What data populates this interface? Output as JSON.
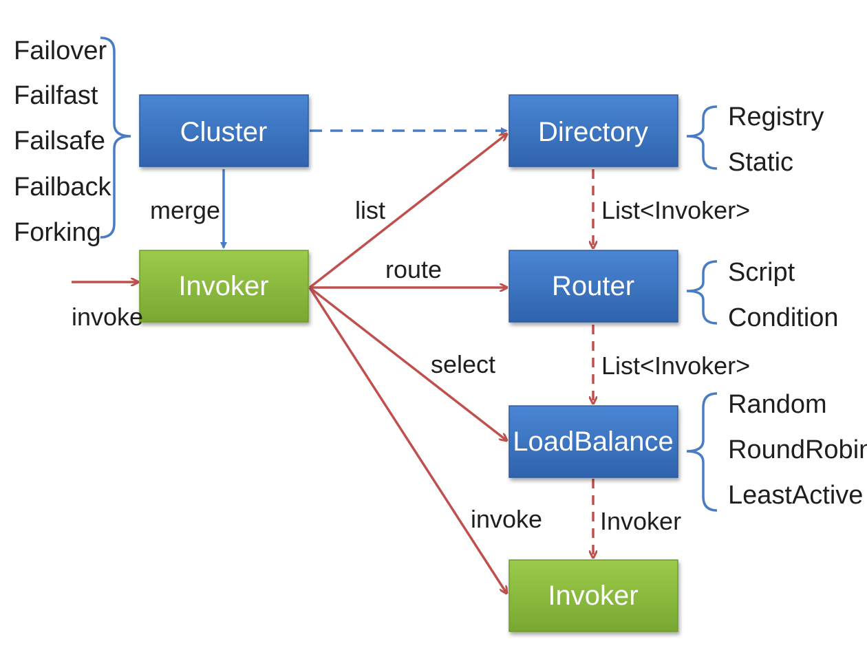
{
  "nodes": {
    "cluster": "Cluster",
    "directory": "Directory",
    "invoker_main": "Invoker",
    "router": "Router",
    "loadbalance": "LoadBalance",
    "invoker_target": "Invoker"
  },
  "cluster_strategies": [
    "Failover",
    "Failfast",
    "Failsafe",
    "Failback",
    "Forking"
  ],
  "directory_types": [
    "Registry",
    "Static"
  ],
  "router_types": [
    "Script",
    "Condition"
  ],
  "loadbalance_types": [
    "Random",
    "RoundRobin",
    "LeastActive"
  ],
  "edges": {
    "merge": "merge",
    "invoke_in": "invoke",
    "list": "list",
    "route": "route",
    "select": "select",
    "invoke_out": "invoke",
    "dir_to_router": "List<Invoker>",
    "router_to_lb": "List<Invoker>",
    "lb_to_invoker": "Invoker"
  },
  "colors": {
    "blue_box": "#3a75c4",
    "green_box": "#8dbb3e",
    "blue_line": "#4a7cc6",
    "red_line": "#c0504d"
  }
}
